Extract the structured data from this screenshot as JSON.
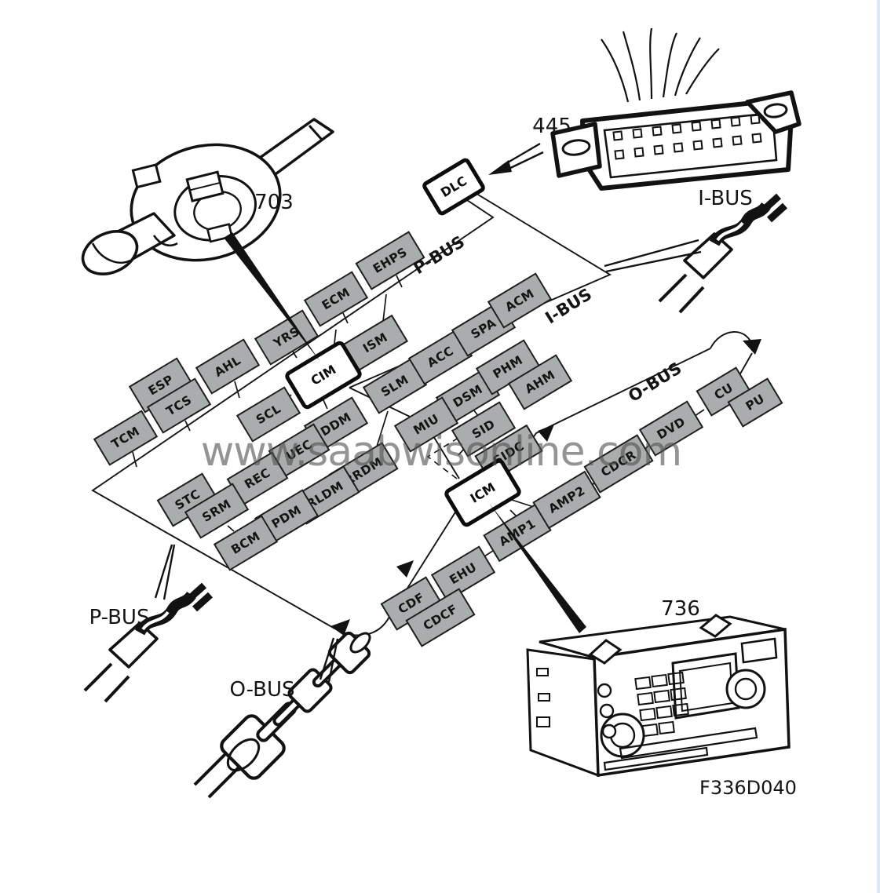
{
  "figure": {
    "code": "F336D040",
    "watermark": "www.saabwisonline.com"
  },
  "callouts": {
    "steering_column_module": "703",
    "diagnostic_connector": "445",
    "infotainment_head_unit": "736"
  },
  "bus": {
    "p_line_label": "P-BUS",
    "i_line_label": "I-BUS",
    "o_line_label": "O-BUS",
    "p_wire_label": "P-BUS",
    "i_wire_label": "I-BUS",
    "o_wire_label": "O-BUS"
  },
  "gateways": {
    "dlc": "DLC",
    "cim": "CIM",
    "icm": "ICM"
  },
  "modules": [
    {
      "label": "EHPS"
    },
    {
      "label": "ECM"
    },
    {
      "label": "YRS"
    },
    {
      "label": "ISM"
    },
    {
      "label": "AHL"
    },
    {
      "label": "ESP"
    },
    {
      "label": "TCS"
    },
    {
      "label": "TCM"
    },
    {
      "label": "SCL"
    },
    {
      "label": "SLM"
    },
    {
      "label": "ACC"
    },
    {
      "label": "SPA"
    },
    {
      "label": "ACM"
    },
    {
      "label": "DSM"
    },
    {
      "label": "PHM"
    },
    {
      "label": "AHM"
    },
    {
      "label": "MIU"
    },
    {
      "label": "SID"
    },
    {
      "label": "SIDC"
    },
    {
      "label": "DDM"
    },
    {
      "label": "UEC"
    },
    {
      "label": "REC"
    },
    {
      "label": "RRDM"
    },
    {
      "label": "RLDM"
    },
    {
      "label": "PDM"
    },
    {
      "label": "SRM"
    },
    {
      "label": "STC"
    },
    {
      "label": "BCM"
    },
    {
      "label": "AMP1"
    },
    {
      "label": "AMP2"
    },
    {
      "label": "CDCR"
    },
    {
      "label": "DVD"
    },
    {
      "label": "CU"
    },
    {
      "label": "PU"
    },
    {
      "label": "EHU"
    },
    {
      "label": "CDF"
    },
    {
      "label": "CDCF"
    }
  ],
  "colors": {
    "module_fill": "#a9adad",
    "line": "#141414",
    "frame_edge": "#dce9f2"
  }
}
